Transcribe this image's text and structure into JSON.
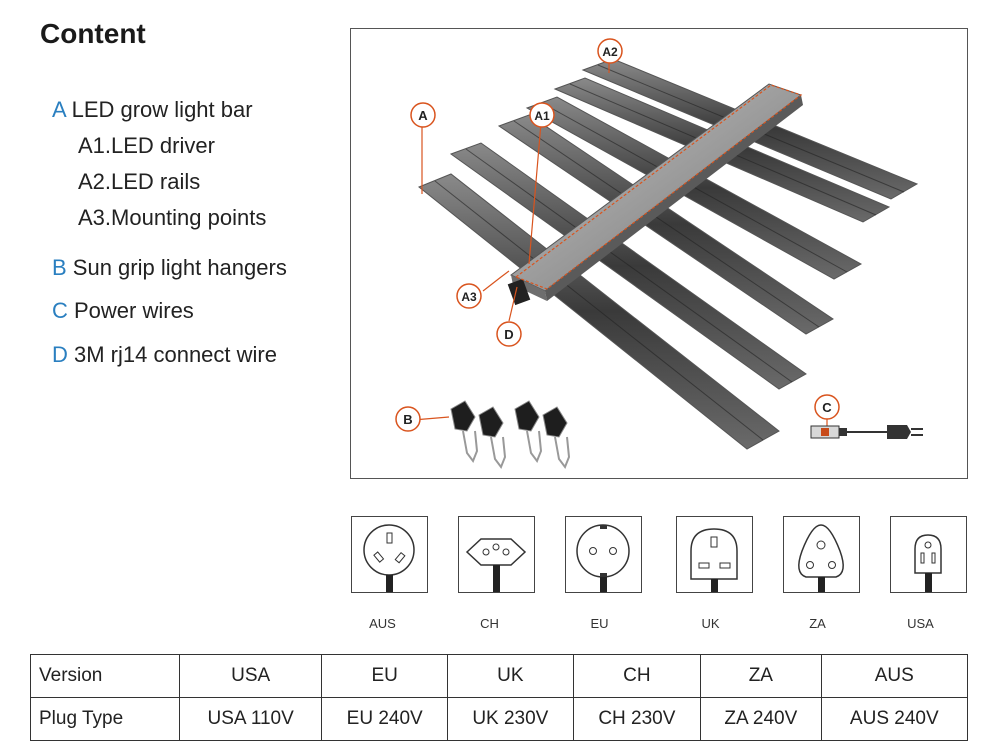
{
  "title": "Content",
  "items": [
    {
      "letter": "A",
      "text": " LED grow light bar"
    },
    {
      "letter": "",
      "text": "A1.LED driver"
    },
    {
      "letter": "",
      "text": "A2.LED rails"
    },
    {
      "letter": "",
      "text": "A3.Mounting points"
    },
    {
      "letter": "B",
      "text": " Sun grip light hangers"
    },
    {
      "letter": "C",
      "text": " Power wires"
    },
    {
      "letter": "D",
      "text": " 3M rj14 connect wire"
    }
  ],
  "callouts": {
    "a": "A",
    "a1": "A1",
    "a2": "A2",
    "a3": "A3",
    "b": "B",
    "c": "C",
    "d": "D"
  },
  "plugs": [
    "AUS",
    "CH",
    "EU",
    "UK",
    "ZA",
    "USA"
  ],
  "table": {
    "header": [
      "Version",
      "USA",
      "EU",
      "UK",
      "CH",
      "ZA",
      "AUS"
    ],
    "row": [
      "Plug Type",
      "USA 110V",
      "EU 240V",
      "UK 230V",
      "CH 230V",
      "ZA 240V",
      "AUS 240V"
    ]
  },
  "colors": {
    "accent": "#2a7fc0",
    "callout": "#d9541e"
  }
}
